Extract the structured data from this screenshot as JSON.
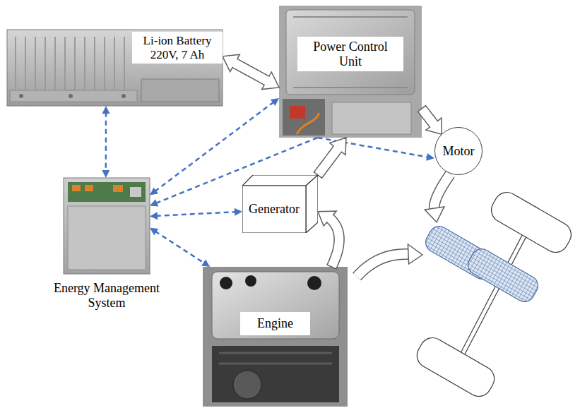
{
  "diagram": {
    "nodes": [
      {
        "text": [
          "Li-ion Battery 220V, 7 Ah"
        ]
      },
      {
        "text": [
          "Power Control Unit"
        ]
      },
      {
        "text": [
          "Motor"
        ]
      },
      {
        "text": [
          "Generator"
        ]
      },
      {
        "text": [
          "Energy Management System"
        ]
      },
      {
        "text": [
          "Engine"
        ]
      }
    ],
    "edges": [
      {
        "from": 0,
        "to": 1,
        "arrow": "both"
      },
      {
        "from": 0,
        "to": 4,
        "arrow": "both"
      },
      {
        "from": 4,
        "to": 1,
        "arrow": "both"
      },
      {
        "from": 1,
        "to": 4,
        "arrow": "to"
      },
      {
        "from": 1,
        "to": 2,
        "arrow": "to"
      },
      {
        "from": 3,
        "to": 1,
        "arrow": "to"
      },
      {
        "from": 1,
        "to": 2,
        "arrow": "to"
      },
      {
        "from": 4,
        "to": 3,
        "arrow": "both"
      },
      {
        "from": 4,
        "to": 5,
        "arrow": "both"
      },
      {
        "from": 5,
        "to": 3,
        "arrow": "to"
      }
    ]
  }
}
